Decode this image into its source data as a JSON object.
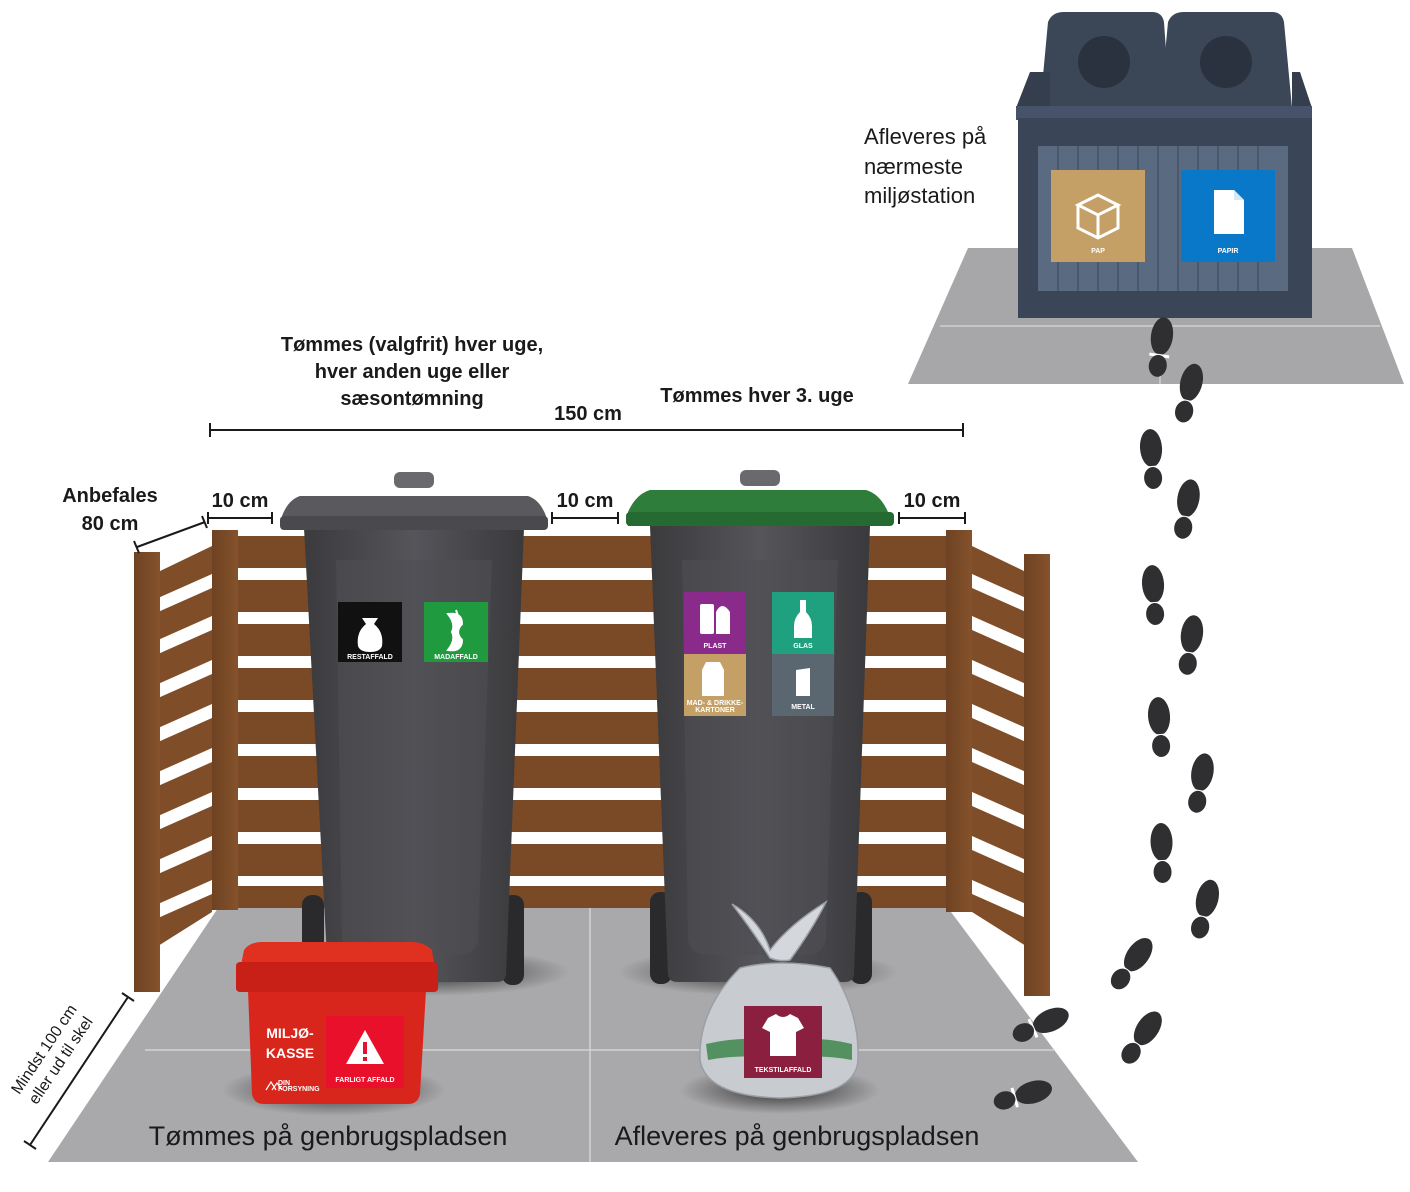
{
  "labels": {
    "station_note_line1": "Afleveres på",
    "station_note_line2": "nærmeste",
    "station_note_line3": "miljøstation",
    "schedule_weekly_line1": "Tømmes (valgfrit) hver uge,",
    "schedule_weekly_line2": "hver anden uge eller",
    "schedule_weekly_line3": "sæsontømning",
    "schedule_3weeks": "Tømmes hver 3. uge",
    "total_width": "150 cm",
    "recommended_line1": "Anbefales",
    "recommended_line2": "80 cm",
    "gap_left": "10 cm",
    "gap_middle": "10 cm",
    "gap_right": "10 cm",
    "distance_line1": "Mindst 100 cm",
    "distance_line2": "eller ud til skel",
    "bottom_left": "Tømmes på genbrugspladsen",
    "bottom_right": "Afleveres på genbrugspladsen"
  },
  "station_stickers": {
    "pap": "PAP",
    "papir": "PAPIR"
  },
  "bin1_stickers": {
    "restaffald": "RESTAFFALD",
    "madaffald": "MADAFFALD"
  },
  "bin2_stickers": {
    "plast": "PLAST",
    "glas": "GLAS",
    "kartoner_line1": "MAD- & DRIKKE-",
    "kartoner_line2": "KARTONER",
    "metal": "METAL"
  },
  "box": {
    "label_line1": "MILJØ-",
    "label_line2": "KASSE",
    "hazard": "FARLIGT AFFALD",
    "brand_line1": "DIN",
    "brand_line2": "FORSYNING"
  },
  "bag": {
    "label": "TEKSTILAFFALD"
  },
  "colors": {
    "wood": "#7a4a27",
    "bin_gray": "#4a4a4d",
    "bin_green_lid": "#2e7d3a",
    "station_blue": "#3c4a5c",
    "red_box": "#d9261c",
    "pap": "#c4a066",
    "papir": "#0a78c8",
    "plast": "#8a2a8a",
    "glas": "#1fa07e",
    "kartoner": "#c4a066",
    "metal": "#5a6670",
    "restaffald": "#111111",
    "madaffald": "#1f9a3e",
    "tekstil": "#8a1f3f"
  },
  "icons": [
    "box-icon",
    "paper-icon",
    "trash-bag-icon",
    "apple-core-icon",
    "bottle-icon",
    "carton-icon",
    "can-icon",
    "tshirt-icon",
    "warning-icon",
    "footprint-icon"
  ]
}
